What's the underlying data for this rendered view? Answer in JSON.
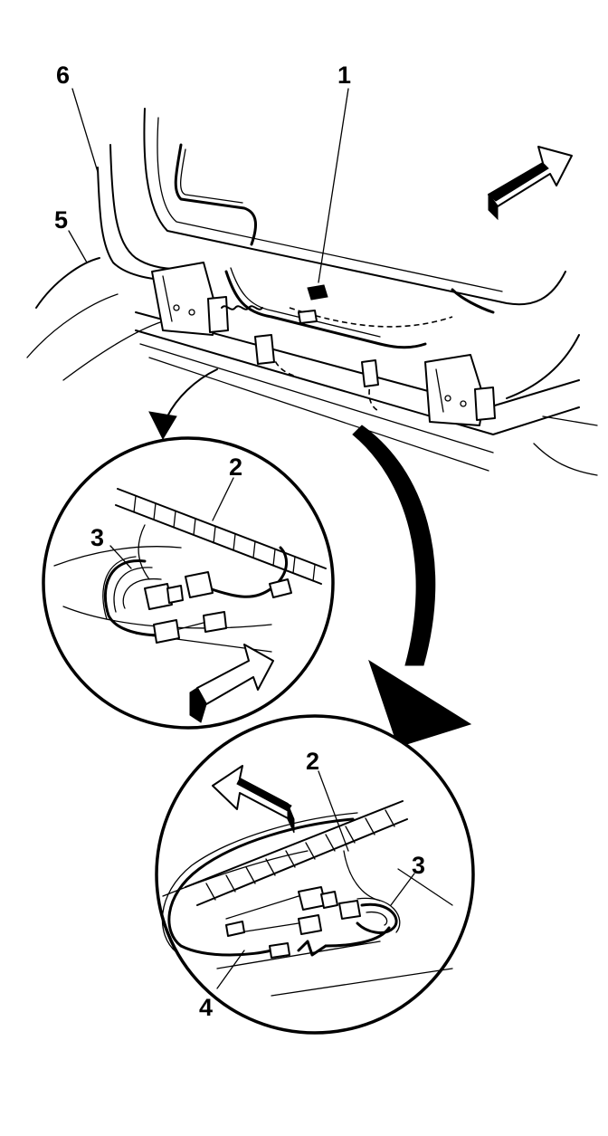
{
  "callouts": [
    {
      "id": "1",
      "text": "1"
    },
    {
      "id": "6",
      "text": "6"
    },
    {
      "id": "5",
      "text": "5"
    },
    {
      "id": "2a",
      "text": "2"
    },
    {
      "id": "3a",
      "text": "3"
    },
    {
      "id": "2b",
      "text": "2"
    },
    {
      "id": "3b",
      "text": "3"
    },
    {
      "id": "4",
      "text": "4"
    }
  ],
  "colors": {
    "line": "#000000",
    "background": "#ffffff"
  }
}
